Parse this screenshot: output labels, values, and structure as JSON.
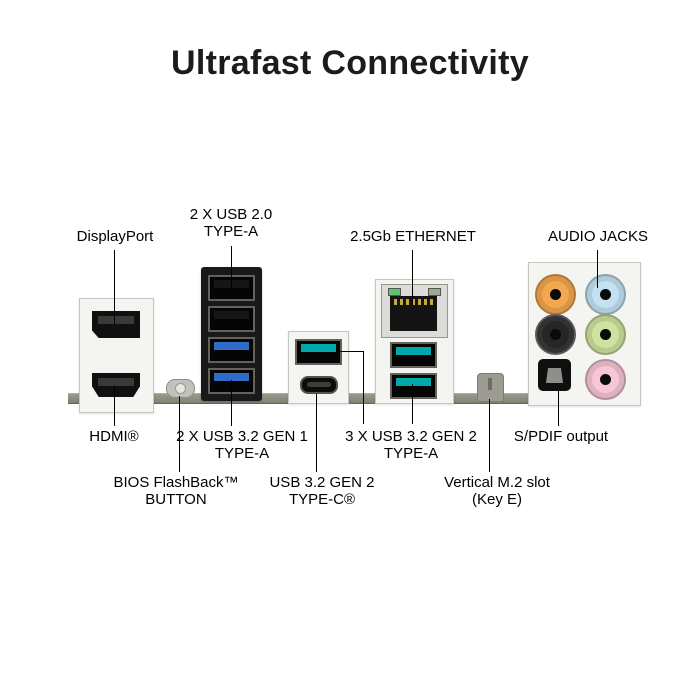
{
  "title": "Ultrafast Connectivity",
  "labels": {
    "displayport": "DisplayPort",
    "usb20_line1": "2 X USB 2.0",
    "usb20_line2": "TYPE-A",
    "ethernet": "2.5Gb ETHERNET",
    "audio_jacks": "AUDIO JACKS",
    "hdmi": "HDMI®",
    "usb32_gen1_line1": "2 X USB 3.2 GEN 1",
    "usb32_gen1_line2": "TYPE-A",
    "usb32_gen2_line1": "3 X USB 3.2 GEN 2",
    "usb32_gen2_line2": "TYPE-A",
    "spdif": "S/PDIF output",
    "bios_line1": "BIOS FlashBack™",
    "bios_line2": "BUTTON",
    "usbc_line1": "USB 3.2 GEN 2",
    "usbc_line2": "TYPE-C®",
    "m2_line1": "Vertical M.2 slot",
    "m2_line2": "(Key E)"
  },
  "colors": {
    "usb2_tongue": "#161616",
    "usb3_gen1_tongue": "#2e6cc8",
    "usb3_gen2_tongue": "#00a7ab",
    "jack_orange": "#f3a74f",
    "jack_light_blue": "#c3e1f2",
    "jack_black": "#262626",
    "jack_lime": "#cfe2a0",
    "jack_pink": "#f6c6d6",
    "ethernet_led_left": "#5ec46e",
    "ethernet_led_right": "#9aa894"
  }
}
